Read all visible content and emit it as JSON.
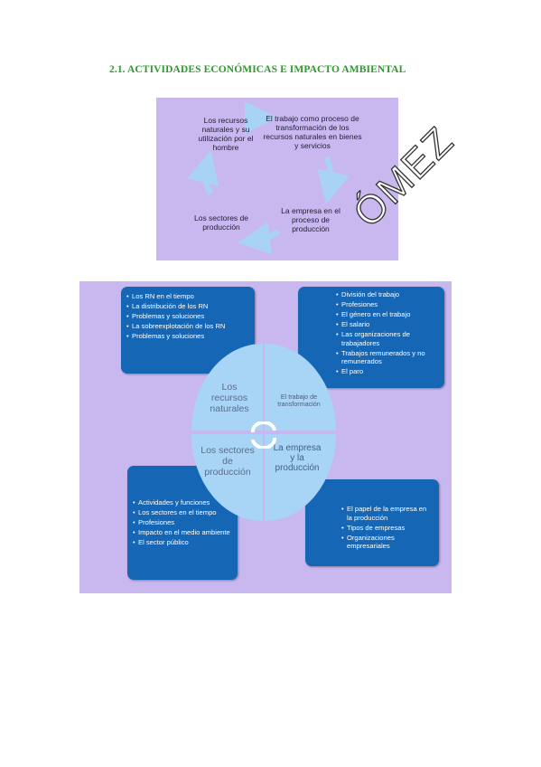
{
  "heading": "2.1. ACTIVIDADES ECONÓMICAS E IMPACTO AMBIENTAL",
  "cycle": {
    "node1": "Los recursos naturales y su utilización por el hombre",
    "node2": "El trabajo como proceso de transformación de los recursos naturales en bienes y servicios",
    "node3": "La empresa en el proceso de producción",
    "node4": "Los sectores de producción"
  },
  "watermark": "ÓMEZ",
  "blocks": {
    "center": {
      "tl": "Los recursos naturales",
      "tr": "El trabajo de transformación",
      "bl": "Los sectores de producción",
      "br": "La empresa y la producción"
    },
    "top_left": [
      "Los RN en el tiempo",
      "La distribución de los RN",
      "Problemas y soluciones",
      "La sobreexplotación de los RN",
      "Problemas y soluciones"
    ],
    "top_right": [
      "División del trabajo",
      "Profesiones",
      "El género en el trabajo",
      "El salario",
      "Las organizaciones de trabajadores",
      "Trabajos remunerados y no remunerados",
      "El paro"
    ],
    "bottom_left": [
      "Actividades y funciones",
      "Los sectores en el tiempo",
      "Profesiones",
      "Impacto en el medio ambiente",
      "El sector público"
    ],
    "bottom_right": [
      "El papel de la empresa en la producción",
      "Tipos de empresas",
      "Organizaciones empresariales"
    ]
  }
}
